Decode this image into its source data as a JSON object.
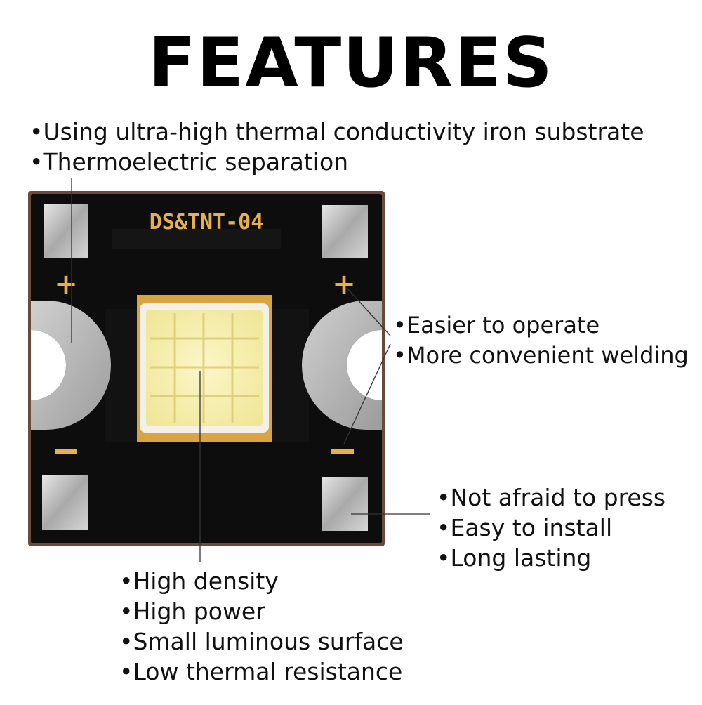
{
  "header": {
    "title": "FEATURES"
  },
  "board": {
    "label": "DS&TNT-04",
    "plus_mark": "+",
    "minus_mark": "—"
  },
  "features": {
    "substrate": [
      "Using ultra-high thermal conductivity iron substrate",
      "Thermoelectric separation"
    ],
    "pads": [
      "Easier to operate",
      "More convenient welding"
    ],
    "mounting": [
      "Not afraid to press",
      "Easy to install",
      "Long lasting"
    ],
    "chip": [
      "High density",
      "High power",
      "Small luminous surface",
      "Low thermal resistance"
    ]
  },
  "colors": {
    "board": "#0d0d0d",
    "board_edge": "#6b4a3a",
    "silkscreen": "#e8b04a",
    "pad_metal": "#c9c9c9",
    "led_phosphor": "#f4eea6",
    "gold_frame": "#d9a441"
  }
}
